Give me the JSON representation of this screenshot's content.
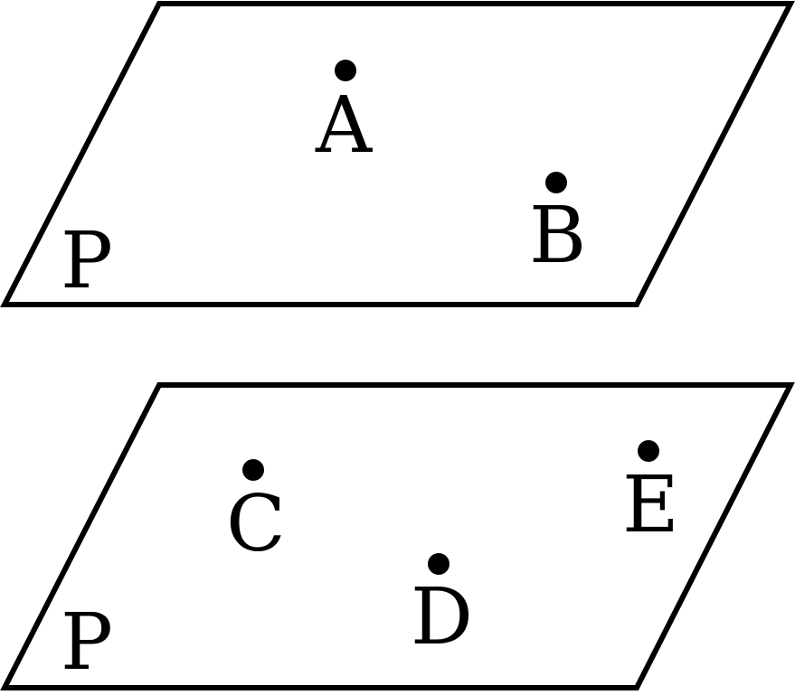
{
  "planes": [
    {
      "name": "P",
      "points": [
        {
          "label": "A"
        },
        {
          "label": "B"
        }
      ]
    },
    {
      "name": "P",
      "points": [
        {
          "label": "C"
        },
        {
          "label": "D"
        },
        {
          "label": "E"
        }
      ]
    }
  ],
  "colors": {
    "stroke": "#000000",
    "background": "#ffffff"
  }
}
